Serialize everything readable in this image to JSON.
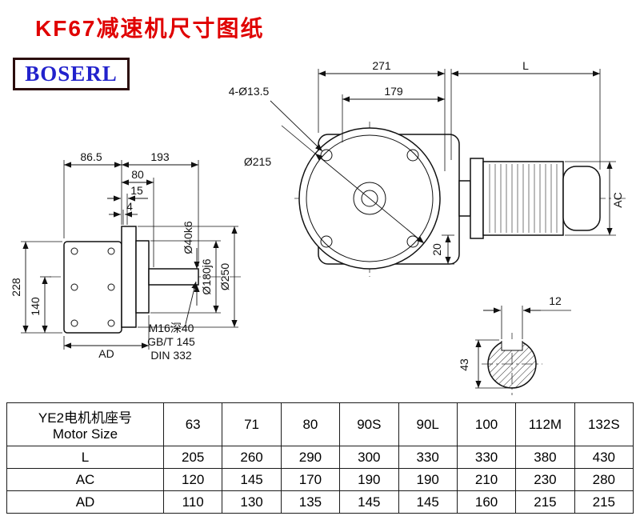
{
  "title": "KF67减速机尺寸图纸",
  "logo": "BOSERL",
  "drawing": {
    "dims": {
      "w271": "271",
      "L": "L",
      "w179": "179",
      "holes": "4-Ø13.5",
      "flange_dia": "Ø215",
      "w865": "86.5",
      "w193": "193",
      "w80": "80",
      "w15": "15",
      "w4": "4",
      "h228": "228",
      "h140": "140",
      "AD": "AD",
      "shaft_dia": "Ø40k6",
      "spigot_dia": "Ø180j6",
      "flange_od": "Ø250",
      "tap": "M16深40",
      "tap_std1": "GB/T 145",
      "tap_std2": "DIN 332",
      "AC": "AC",
      "h20": "20",
      "key_w": "12",
      "key_h": "43"
    }
  },
  "table": {
    "motor_label_cn": "YE2电机机座号",
    "motor_label_en": "Motor Size",
    "sizes": [
      "63",
      "71",
      "80",
      "90S",
      "90L",
      "100",
      "112M",
      "132S"
    ],
    "rows": [
      {
        "label": "L",
        "values": [
          "205",
          "260",
          "290",
          "300",
          "330",
          "330",
          "380",
          "430"
        ]
      },
      {
        "label": "AC",
        "values": [
          "120",
          "145",
          "170",
          "190",
          "190",
          "210",
          "230",
          "280"
        ]
      },
      {
        "label": "AD",
        "values": [
          "110",
          "130",
          "135",
          "145",
          "145",
          "160",
          "215",
          "215"
        ]
      }
    ]
  }
}
